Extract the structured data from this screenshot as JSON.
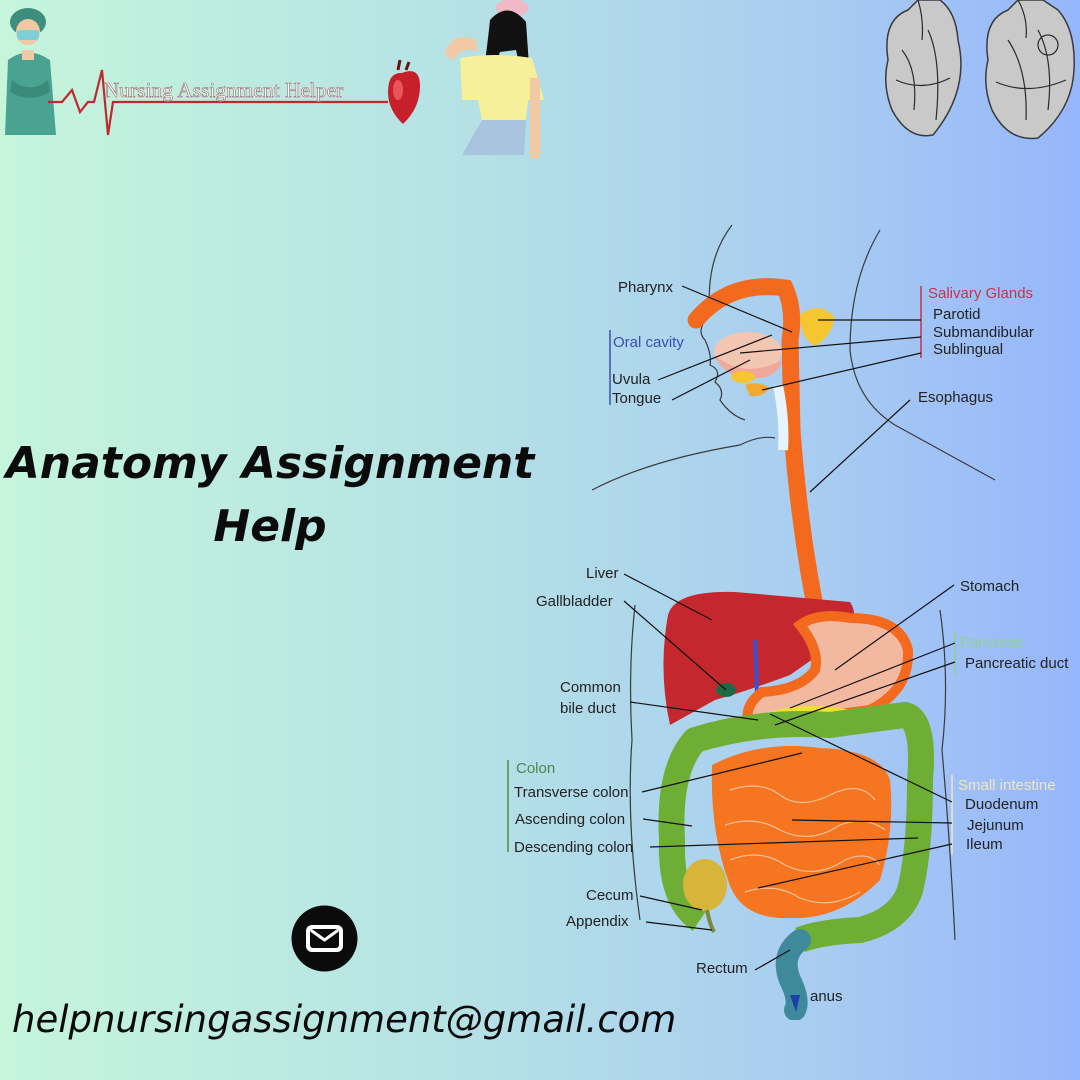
{
  "header": {
    "brand_name": "Nursing Assignment Helper"
  },
  "hero": {
    "title_line1": "Anatomy Assignment",
    "title_line2": "Help"
  },
  "contact": {
    "email": "helpnursingassignment@gmail.com",
    "icon": "envelope-icon"
  },
  "diagram": {
    "labels": {
      "pharynx": "Pharynx",
      "salivary_glands": "Salivary Glands",
      "parotid": "Parotid",
      "submandibular": "Submandibular",
      "sublingual": "Sublingual",
      "oral_cavity": "Oral cavity",
      "uvula": "Uvula",
      "tongue": "Tongue",
      "esophagus": "Esophagus",
      "liver": "Liver",
      "gallbladder": "Gallbladder",
      "stomach": "Stomach",
      "pancreas": "Pancreas",
      "pancreatic_duct": "Pancreatic duct",
      "common_bile_duct_1": "Common",
      "common_bile_duct_2": "bile duct",
      "colon": "Colon",
      "transverse_colon": "Transverse colon",
      "ascending_colon": "Ascending colon",
      "descending_colon": "Descending colon",
      "small_intestine": "Small intestine",
      "duodenum": "Duodenum",
      "jejunum": "Jejunum",
      "ileum": "Ileum",
      "cecum": "Cecum",
      "appendix": "Appendix",
      "rectum": "Rectum",
      "anus": "anus"
    }
  },
  "colors": {
    "gradient_left": "#c6f5dc",
    "gradient_right": "#96b6fb",
    "esophagus": "#f36a1f",
    "liver": "#c4282e",
    "colon": "#6fae35",
    "small_intestine": "#f57520",
    "salivary": "#f5c630",
    "brand_line": "#c0282e"
  }
}
